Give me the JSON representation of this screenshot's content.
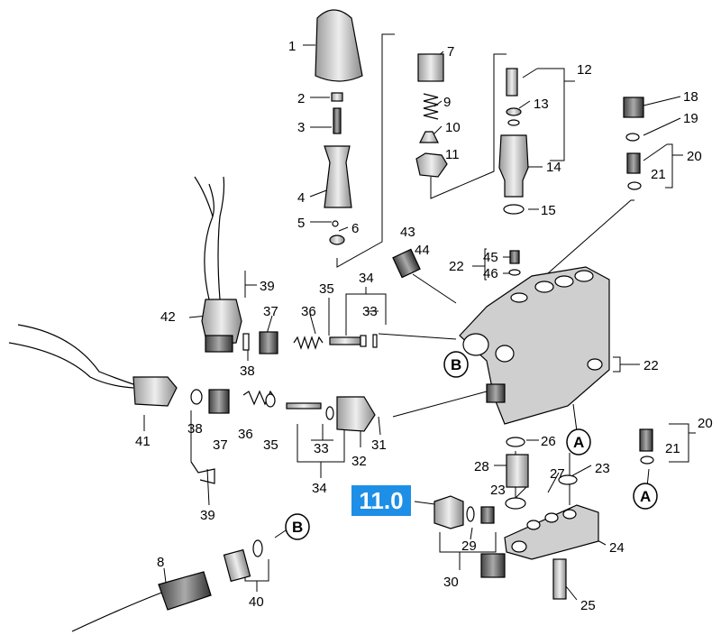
{
  "badge": "11.0",
  "callouts": {
    "A": "A",
    "B": "B"
  },
  "labels": {
    "n1": "1",
    "n2": "2",
    "n3": "3",
    "n4": "4",
    "n5": "5",
    "n6": "6",
    "n7": "7",
    "n8": "8",
    "n9": "9",
    "n10": "10",
    "n11": "11",
    "n12": "12",
    "n13": "13",
    "n14": "14",
    "n15": "15",
    "n18": "18",
    "n19": "19",
    "n20": "20",
    "n21": "21",
    "n22": "22",
    "n23": "23",
    "n24": "24",
    "n25": "25",
    "n26": "26",
    "n27": "27",
    "n28": "28",
    "n29": "29",
    "n30": "30",
    "n31": "31",
    "n32": "32",
    "n33": "33",
    "n34": "34",
    "n35": "35",
    "n36": "36",
    "n37": "37",
    "n38": "38",
    "n39": "39",
    "n40": "40",
    "n41": "41",
    "n42": "42",
    "n43": "43",
    "n44": "44",
    "n45": "45",
    "n46": "46"
  },
  "colors": {
    "badge_bg": "#1e8fe6",
    "ink": "#000000",
    "part_fill": "#d8d8d8"
  }
}
